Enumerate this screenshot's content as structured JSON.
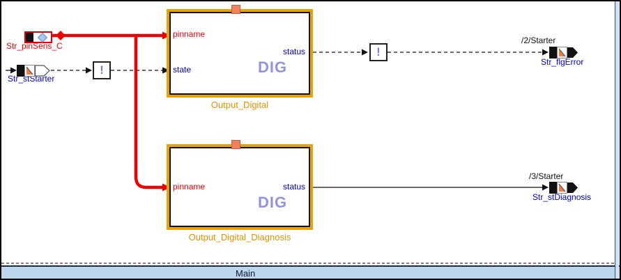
{
  "diagram": {
    "footer_label": "Main",
    "colors": {
      "block_border_orange": "#E8A202",
      "block_label_orange": "#E09200",
      "signal_red": "#EE0000",
      "label_blue": "#0000CC",
      "label_red": "#EE0000",
      "dig_purple": "#9393DD",
      "footer_bar_blue": "#BDD6EE",
      "marker_salmon": "#F2825E"
    },
    "imports": [
      {
        "label": "Str_pinSens_C",
        "icon": "diamond-icon"
      },
      {
        "label": "Str_stStarter",
        "icon": "flag-icon"
      }
    ],
    "blocks": [
      {
        "name": "Output_Digital",
        "in_ports": [
          "pinname",
          "state"
        ],
        "out_ports": [
          "status"
        ],
        "icon_caption": "DIG"
      },
      {
        "name": "Output_Digital_Diagnosis",
        "in_ports": [
          "pinname"
        ],
        "out_ports": [
          "status"
        ],
        "icon_caption": "DIG"
      }
    ],
    "operators": [
      {
        "symbol": "!"
      },
      {
        "symbol": "!"
      }
    ],
    "exports": [
      {
        "path": "/2/Starter",
        "label": "Str_flgError"
      },
      {
        "path": "/3/Starter",
        "label": "Str_stDiagnosis"
      }
    ]
  }
}
